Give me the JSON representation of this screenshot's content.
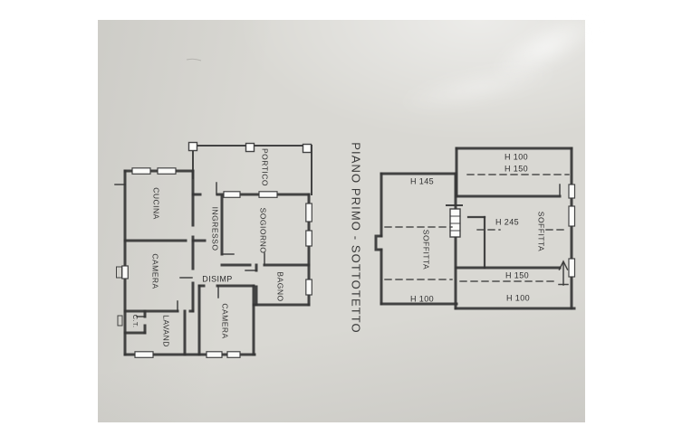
{
  "title": {
    "text": "PIANO PRIMO - SOTTOTETTO"
  },
  "piano_primo": {
    "rooms": [
      {
        "id": "portico",
        "label": "PORTICO"
      },
      {
        "id": "cucina",
        "label": "CUCINA"
      },
      {
        "id": "ingresso",
        "label": "INGRESSO"
      },
      {
        "id": "sogiorno",
        "label": "SOGIORNO"
      },
      {
        "id": "camera_1",
        "label": "CAMERA"
      },
      {
        "id": "disimp",
        "label": "DISIMP"
      },
      {
        "id": "bagno",
        "label": "BAGNO"
      },
      {
        "id": "camera_2",
        "label": "CAMERA"
      },
      {
        "id": "lavand",
        "label": "LAVAND"
      },
      {
        "id": "ct",
        "label": "C.T."
      }
    ]
  },
  "sottotetto": {
    "rooms": [
      {
        "id": "soffitta_left",
        "label": "SOFFITTA"
      },
      {
        "id": "soffitta_right",
        "label": "SOFFITTA"
      }
    ],
    "heights": [
      {
        "id": "h145",
        "label": "H 145"
      },
      {
        "id": "h100_top",
        "label": "H 100"
      },
      {
        "id": "h150_top",
        "label": "H 150"
      },
      {
        "id": "h245",
        "label": "H 245"
      },
      {
        "id": "h150_bottom",
        "label": "H 150"
      },
      {
        "id": "h100_bottom_left",
        "label": "H 100"
      },
      {
        "id": "h100_bottom_right",
        "label": "H 100"
      }
    ]
  },
  "colors": {
    "paper": "#d9d8d3",
    "ink": "#363636",
    "page": "#ffffff"
  }
}
